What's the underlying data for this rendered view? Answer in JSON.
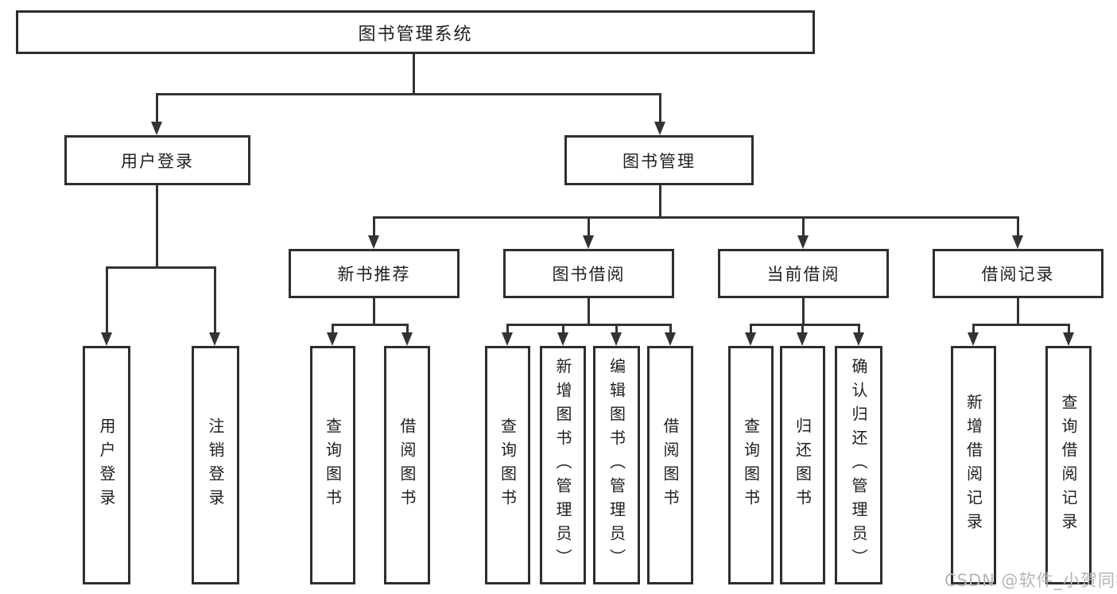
{
  "title_block": {
    "label": "图书管理系统"
  },
  "level2": [
    {
      "label": "用户登录"
    },
    {
      "label": "图书管理"
    }
  ],
  "level3": [
    {
      "label": "新书推荐",
      "parent": "图书管理"
    },
    {
      "label": "图书借阅",
      "parent": "图书管理"
    },
    {
      "label": "当前借阅",
      "parent": "图书管理"
    },
    {
      "label": "借阅记录",
      "parent": "图书管理"
    }
  ],
  "leaves": [
    {
      "label": "用户登录",
      "parent": "用户登录"
    },
    {
      "label": "注销登录",
      "parent": "用户登录"
    },
    {
      "label": "查询图书",
      "parent": "新书推荐"
    },
    {
      "label": "借阅图书",
      "parent": "新书推荐"
    },
    {
      "label": "查询图书",
      "parent": "图书借阅"
    },
    {
      "label": "新增图书（管理员）",
      "parent": "图书借阅"
    },
    {
      "label": "编辑图书（管理员）",
      "parent": "图书借阅"
    },
    {
      "label": "借阅图书",
      "parent": "图书借阅"
    },
    {
      "label": "查询图书",
      "parent": "当前借阅"
    },
    {
      "label": "归还图书",
      "parent": "当前借阅"
    },
    {
      "label": "确认归还（管理员）",
      "parent": "当前借阅"
    },
    {
      "label": "新增借阅记录",
      "parent": "借阅记录"
    },
    {
      "label": "查询借阅记录",
      "parent": "借阅记录"
    }
  ],
  "watermark": "CSDN @软件_小贺同学",
  "colors": {
    "line": "#333333",
    "border": "#2e2e2e",
    "text": "#1f1f1f",
    "watermark": "#b5b5b5",
    "background": "#ffffff"
  }
}
